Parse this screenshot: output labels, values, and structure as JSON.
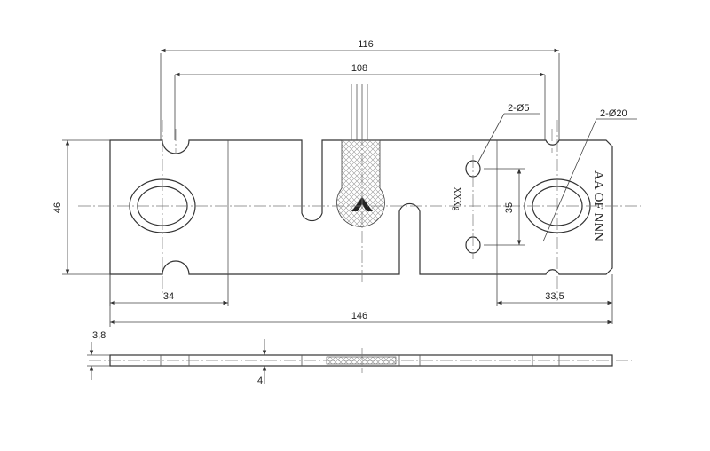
{
  "dimensions": {
    "overall_length": "146",
    "hole_pitch_outer": "116",
    "hole_pitch_inner": "108",
    "height": "46",
    "left_segment": "34",
    "right_segment": "33,5",
    "small_hole_pitch": "35",
    "thickness": "3,8",
    "offset": "4"
  },
  "callouts": {
    "small_holes": "2-Ø5",
    "large_holes": "2-Ø20"
  },
  "marking": {
    "code_vertical": "AA OF NNN",
    "small_code": "XXXg"
  },
  "colors": {
    "line": "#333333",
    "hatch": "#999999"
  }
}
